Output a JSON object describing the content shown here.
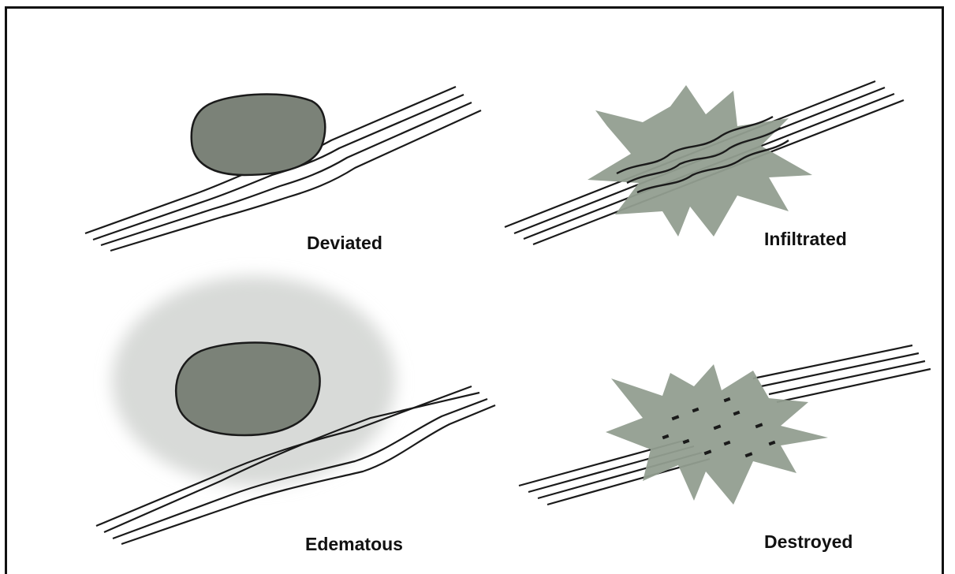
{
  "panels": {
    "deviated": {
      "label": "Deviated"
    },
    "infiltrated": {
      "label": "Infiltrated"
    },
    "edematous": {
      "label": "Edematous"
    },
    "destroyed": {
      "label": "Destroyed"
    }
  },
  "colors": {
    "mass_fill": "#7b8278",
    "edema_fill": "#d8dad8",
    "tract_line": "#1a1a1a"
  }
}
